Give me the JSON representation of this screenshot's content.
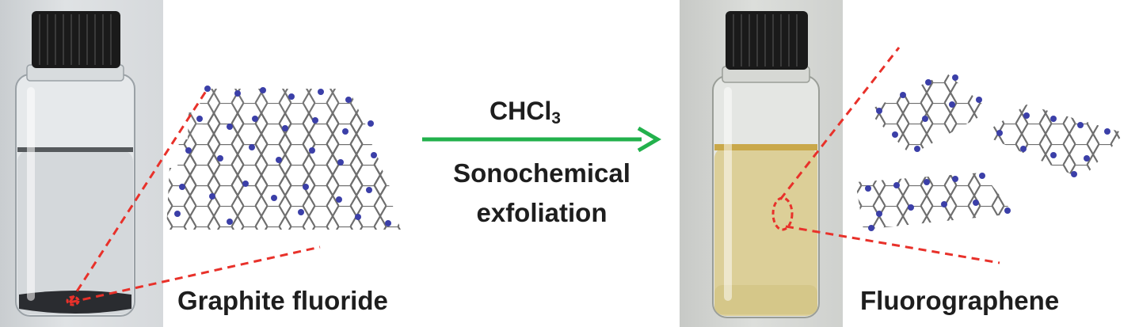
{
  "labels": {
    "left_material": "Graphite fluoride",
    "right_material": "Fluorographene",
    "reagent_main": "CHCl",
    "reagent_sub": "3",
    "process_line1": "Sonochemical",
    "process_line2": "exfoliation"
  },
  "colors": {
    "arrow": "#22b14c",
    "zoom_lines": "#e8312a",
    "lattice_bond": "#6e6e6e",
    "fluorine_atom": "#3b3fa8",
    "cap": "#1a1a1a",
    "liquid_left": "#d3d7d9",
    "liquid_right": "#dccf98",
    "sediment": "#2a2c30"
  }
}
